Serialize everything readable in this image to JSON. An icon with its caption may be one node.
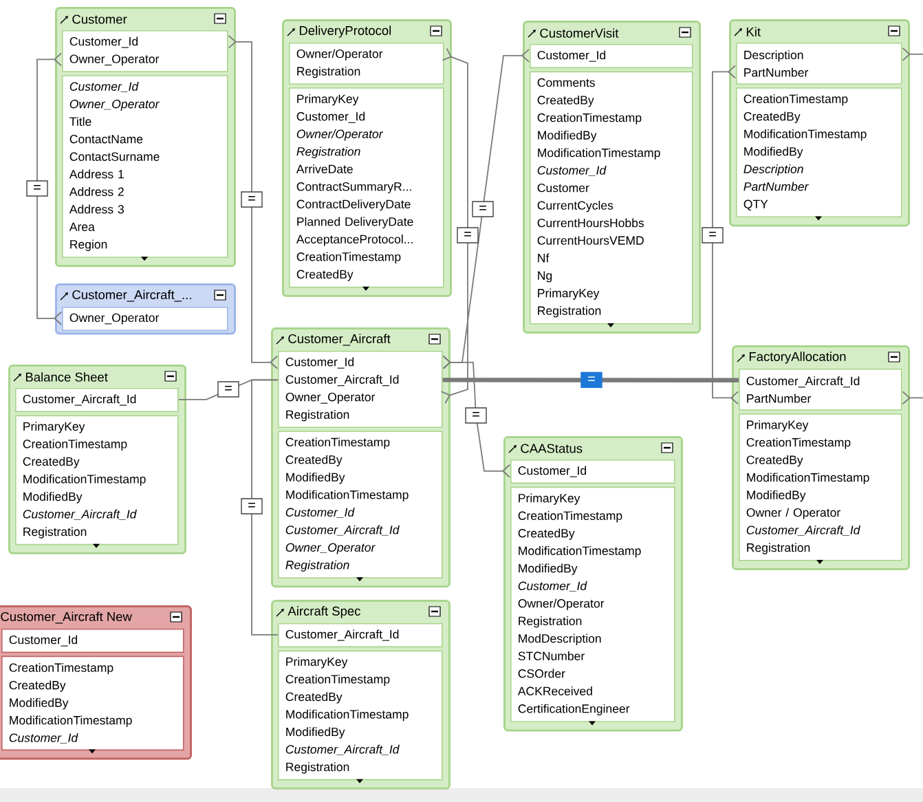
{
  "diagram": {
    "nodes": [
      {
        "text": [
          "Customer"
        ]
      },
      {
        "text": [
          "Customer_Id",
          "Owner_Operator"
        ],
        "in": 0
      },
      {
        "text": [
          "*Customer_Id*",
          "*Owner_Operator*",
          "Title",
          "ContactName",
          "ContactSurname",
          "Address 1",
          "Address 2",
          "Address 3",
          "Area",
          "Region"
        ],
        "in": 0
      },
      {
        "text": [
          "DeliveryProtocol"
        ]
      },
      {
        "text": [
          "Owner/Operator",
          "Registration"
        ],
        "in": 3
      },
      {
        "text": [
          "PrimaryKey",
          "Customer_Id",
          "*Owner/Operator*",
          "*Registration*",
          "ArriveDate",
          "ContractSummaryR...",
          "ContractDeliveryDate",
          "Planned DeliveryDate",
          "AcceptanceProtocol...",
          "CreationTimestamp",
          "CreatedBy"
        ],
        "in": 3
      },
      {
        "text": [
          "CustomerVisit"
        ]
      },
      {
        "text": [
          "Customer_Id"
        ],
        "in": 6
      },
      {
        "text": [
          "Comments",
          "CreatedBy",
          "CreationTimestamp",
          "ModifiedBy",
          "ModificationTimestamp",
          "*Customer_Id*",
          "Customer",
          "CurrentCycles",
          "CurrentHoursHobbs",
          "CurrentHoursVEMD",
          "Nf",
          "Ng",
          "PrimaryKey",
          "Registration"
        ],
        "in": 6
      },
      {
        "text": [
          "Kit"
        ]
      },
      {
        "text": [
          "Description",
          "PartNumber"
        ],
        "in": 9
      },
      {
        "text": [
          "CreationTimestamp",
          "CreatedBy",
          "ModificationTimestamp",
          "ModifiedBy",
          "*Description*",
          "*PartNumber*",
          "QTY"
        ],
        "in": 9
      },
      {
        "text": [
          "Customer_Aircraft_..."
        ]
      },
      {
        "text": [
          "Owner_Operator"
        ],
        "in": 12
      },
      {
        "text": [
          "Balance Sheet"
        ]
      },
      {
        "text": [
          "Customer_Aircraft_Id"
        ],
        "in": 14
      },
      {
        "text": [
          "PrimaryKey",
          "CreationTimestamp",
          "CreatedBy",
          "ModificationTimestamp",
          "ModifiedBy",
          "*Customer_Aircraft_Id*",
          "Registration"
        ],
        "in": 14
      },
      {
        "text": [
          "Customer_Aircraft"
        ]
      },
      {
        "text": [
          "Customer_Id",
          "Customer_Aircraft_Id",
          "Owner_Operator",
          "Registration"
        ],
        "in": 17
      },
      {
        "text": [
          "CreationTimestamp",
          "CreatedBy",
          "ModifiedBy",
          "ModificationTimestamp",
          "*Customer_Id*",
          "*Customer_Aircraft_Id*",
          "*Owner_Operator*",
          "*Registration*"
        ],
        "in": 17
      },
      {
        "text": [
          "FactoryAllocation"
        ]
      },
      {
        "text": [
          "Customer_Aircraft_Id",
          "PartNumber"
        ],
        "in": 20
      },
      {
        "text": [
          "PrimaryKey",
          "CreationTimestamp",
          "CreatedBy",
          "ModificationTimestamp",
          "ModifiedBy",
          "Owner / Operator",
          "*Customer_Aircraft_Id*",
          "Registration"
        ],
        "in": 20
      },
      {
        "text": [
          "CAAStatus"
        ]
      },
      {
        "text": [
          "Customer_Id"
        ],
        "in": 23
      },
      {
        "text": [
          "PrimaryKey",
          "CreationTimestamp",
          "CreatedBy",
          "ModificationTimestamp",
          "ModifiedBy",
          "*Customer_Id*",
          "Owner/Operator",
          "Registration",
          "ModDescription",
          "STCNumber",
          "CSOrder",
          "ACKReceived",
          "CertificationEngineer"
        ],
        "in": 23
      },
      {
        "text": [
          "Customer_Aircraft New"
        ]
      },
      {
        "text": [
          "Customer_Id"
        ],
        "in": 26
      },
      {
        "text": [
          "CreationTimestamp",
          "CreatedBy",
          "ModifiedBy",
          "ModificationTimestamp",
          "*Customer_Id*"
        ],
        "in": 26
      },
      {
        "text": [
          "Aircraft Spec"
        ]
      },
      {
        "text": [
          "Customer_Aircraft_Id"
        ],
        "in": 29
      },
      {
        "text": [
          "PrimaryKey",
          "CreationTimestamp",
          "CreatedBy",
          "ModificationTimestamp",
          "ModifiedBy",
          "*Customer_Aircraft_Id*",
          "Registration"
        ],
        "in": 29
      }
    ],
    "edges": [
      {
        "from": 1,
        "to": 18,
        "arrow": "other",
        "label": "="
      },
      {
        "from": 1,
        "to": 13,
        "arrow": "other",
        "label": "="
      },
      {
        "from": 4,
        "to": 18,
        "arrow": "other",
        "label": "="
      },
      {
        "from": 18,
        "to": 7,
        "arrow": "other",
        "label": "="
      },
      {
        "from": 18,
        "to": 24,
        "arrow": "other",
        "label": "="
      },
      {
        "from": 15,
        "to": 18,
        "arrow": "none",
        "label": "="
      },
      {
        "from": 18,
        "to": 30,
        "arrow": "none",
        "label": "="
      },
      {
        "from": 18,
        "to": 21,
        "arrow": "none",
        "label": "=",
        "style": "thick"
      },
      {
        "from": 10,
        "to": 21,
        "arrow": "other",
        "label": "="
      },
      {
        "from": 10,
        "to": null,
        "arrow": "other"
      },
      {
        "from": 21,
        "to": null,
        "arrow": "other"
      }
    ]
  }
}
